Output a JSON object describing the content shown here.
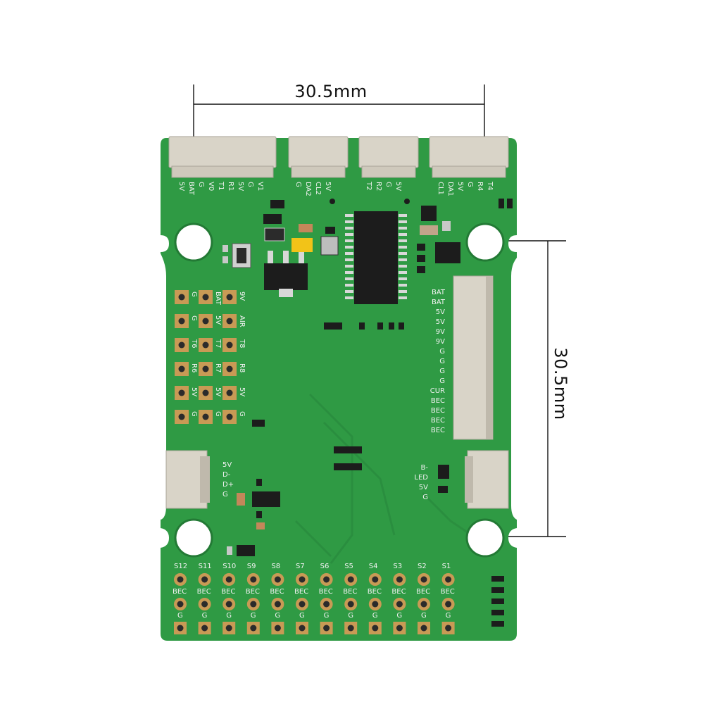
{
  "dimensions": {
    "horizontal": "30.5mm",
    "vertical": "30.5mm"
  },
  "colors": {
    "pcb": "#2f9a44",
    "pcb_dark": "#237a35",
    "pad": "#c89a55",
    "connector": "#d9d4c8",
    "chip": "#1c1c1c",
    "silk": "#f2f2f2"
  },
  "top_connectors": [
    {
      "pins": [
        "5V",
        "BAT",
        "G",
        "V0",
        "T1",
        "R1",
        "5V",
        "G",
        "V1"
      ]
    },
    {
      "pins": [
        "G",
        "DA2",
        "CL2",
        "5V"
      ]
    },
    {
      "pins": [
        "T2",
        "R2",
        "G",
        "5V"
      ]
    },
    {
      "pins": [
        "CL1",
        "DA1",
        "5V",
        "G",
        "R4",
        "T4"
      ]
    }
  ],
  "left_pads": [
    [
      "G",
      "BAT",
      "9V"
    ],
    [
      "G",
      "5V",
      "AIR"
    ],
    [
      "T6",
      "T7",
      "T8"
    ],
    [
      "R6",
      "R7",
      "R8"
    ],
    [
      "5V",
      "5V",
      "5V"
    ],
    [
      "G",
      "G",
      "G"
    ]
  ],
  "right_connector_labels": [
    "BAT",
    "BAT",
    "5V",
    "5V",
    "9V",
    "9V",
    "G",
    "G",
    "G",
    "G",
    "CUR",
    "BEC",
    "BEC",
    "BEC",
    "BEC"
  ],
  "usb_labels": [
    "5V",
    "D-",
    "D+",
    "G"
  ],
  "led_labels": [
    "B-",
    "LED",
    "5V",
    "G"
  ],
  "servo": {
    "channels": [
      "S12",
      "S11",
      "S10",
      "S9",
      "S8",
      "S7",
      "S6",
      "S5",
      "S4",
      "S3",
      "S2",
      "S1"
    ],
    "bec_label": "BEC",
    "g_label": "G"
  }
}
